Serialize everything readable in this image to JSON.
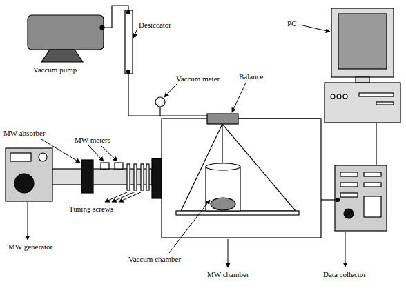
{
  "diagram": {
    "labels": [
      "Vaccum pump",
      "Desiccator",
      "Vaccum meter",
      "Balance",
      "PC",
      "MW absorber",
      "MW meters",
      "Tuning screws",
      "MW generator",
      "Vaccum chamber",
      "MW chamber",
      "Data collector"
    ]
  }
}
